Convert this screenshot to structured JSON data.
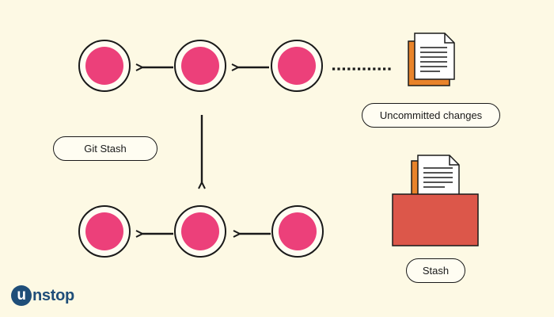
{
  "colors": {
    "background": "#fdf9e4",
    "commit_fill": "#ec407a",
    "commit_ring": "#fffdf2",
    "outline": "#1a1a1a",
    "stash_box": "#dc574a",
    "document_orange": "#e8832a",
    "logo_blue": "#1f4e79"
  },
  "labels": {
    "git_stash": "Git Stash",
    "uncommitted_changes": "Uncommitted changes",
    "stash": "Stash"
  },
  "logo": {
    "badge_letter": "u",
    "rest": "nstop"
  },
  "icons": {
    "uncommitted_changes": "document-icon",
    "stash": "stash-box-icon"
  }
}
